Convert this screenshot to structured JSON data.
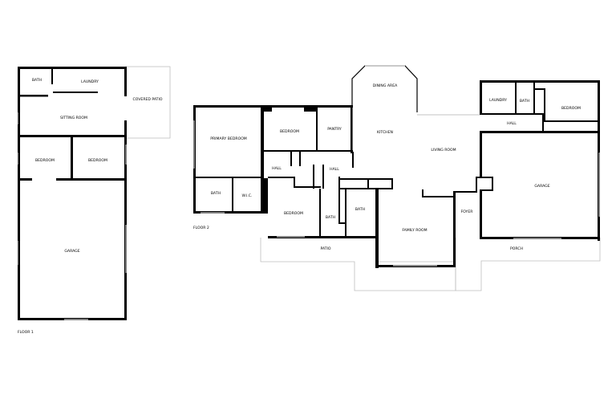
{
  "floor1": {
    "caption": "FLOOR 1",
    "rooms": {
      "bath": "BATH",
      "laundry": "LAUNDRY",
      "covered_patio": "COVERED PATIO",
      "sitting_room": "SITTING ROOM",
      "bedroom_1": "BEDROOM",
      "bedroom_2": "BEDROOM",
      "garage": "GARAGE"
    }
  },
  "floor2": {
    "caption": "FLOOR 2",
    "rooms": {
      "dining_area": "DINING AREA",
      "pantry": "PANTRY",
      "kitchen": "KITCHEN",
      "primary_bedroom": "PRIMARY BEDROOM",
      "bedroom_center": "BEDROOM",
      "hall_left": "HALL",
      "hall_center": "HALL",
      "living_room": "LIVING ROOM",
      "laundry": "LAUNDRY",
      "bath_laundry": "BATH",
      "bedroom_right": "BEDROOM",
      "hall_right": "HALL",
      "garage": "GARAGE",
      "bath_primary": "BATH",
      "wic": "W.I.C.",
      "bedroom_lower": "BEDROOM",
      "bath_small": "BATH",
      "bath_center": "BATH",
      "foyer": "FOYER",
      "family_room": "FAMILY ROOM",
      "patio": "PATIO",
      "porch": "PORCH"
    }
  }
}
